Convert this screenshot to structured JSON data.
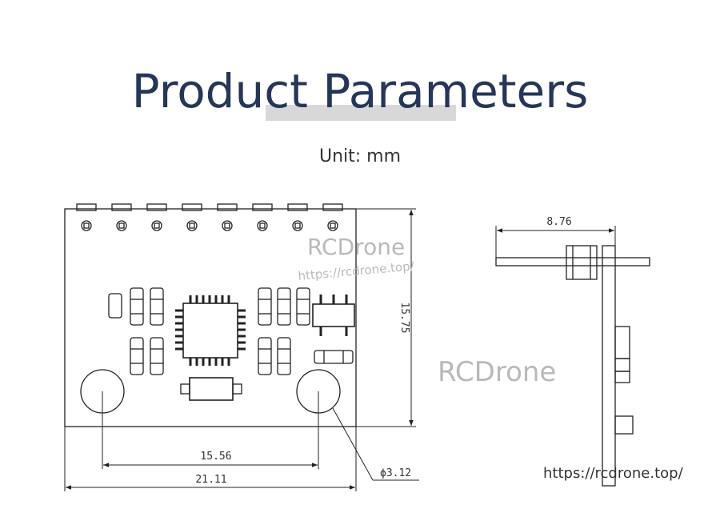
{
  "title": "Product Parameters",
  "unit_label": "Unit: mm",
  "dimensions": {
    "width": "21.11",
    "hole_spacing": "15.56",
    "height": "15.75",
    "hole_diameter": "ϕ3.12",
    "side_depth": "8.76"
  },
  "watermark": {
    "brand": "RCDrone",
    "url": "https://rcdrone.top/"
  },
  "footer_url": "https://rcdrone.top/",
  "colors": {
    "title": "#25365a",
    "line": "#222222",
    "watermark": "#b9b9b9"
  }
}
